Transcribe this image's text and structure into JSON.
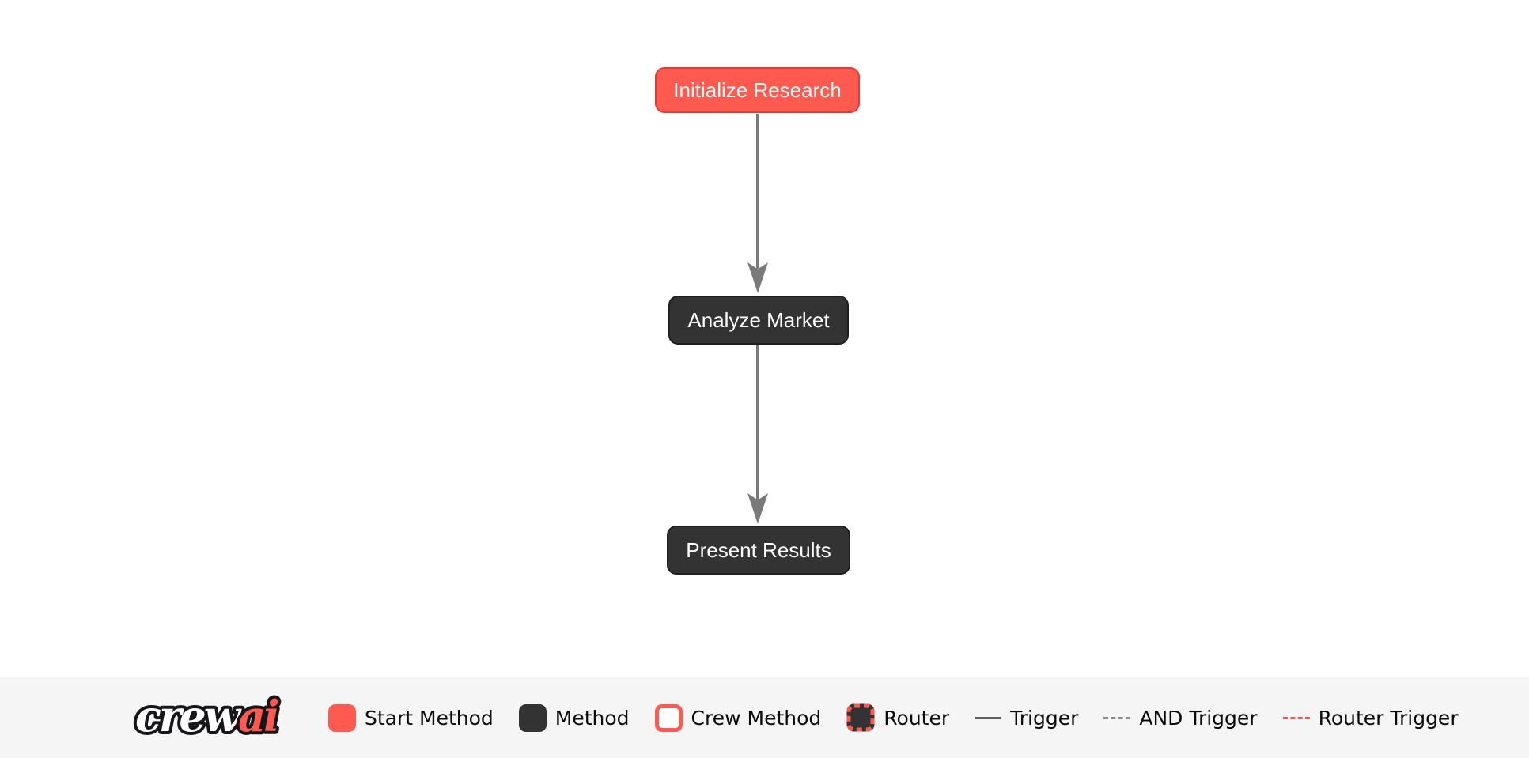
{
  "flow": {
    "nodes": [
      {
        "id": "initialize_research",
        "label": "Initialize Research",
        "type": "start-method"
      },
      {
        "id": "analyze_market",
        "label": "Analyze Market",
        "type": "method"
      },
      {
        "id": "present_results",
        "label": "Present Results",
        "type": "method"
      }
    ],
    "edges": [
      {
        "from": "initialize_research",
        "to": "analyze_market",
        "type": "trigger"
      },
      {
        "from": "analyze_market",
        "to": "present_results",
        "type": "trigger"
      }
    ]
  },
  "footer": {
    "logo": {
      "word_primary": "crew",
      "word_accent": "ai"
    },
    "legend": [
      {
        "label": "Start Method",
        "swatch": "start-method-swatch"
      },
      {
        "label": "Method",
        "swatch": "method-swatch"
      },
      {
        "label": "Crew Method",
        "swatch": "crew-method-swatch"
      },
      {
        "label": "Router",
        "swatch": "router-swatch"
      },
      {
        "label": "Trigger",
        "swatch": "trigger-line"
      },
      {
        "label": "AND Trigger",
        "swatch": "and-trigger-line"
      },
      {
        "label": "Router Trigger",
        "swatch": "router-trigger-line"
      }
    ]
  },
  "colors": {
    "start_method_fill": "#FF5A50",
    "start_method_border": "#E03E32",
    "method_fill": "#333333",
    "method_border": "#1F1F1F",
    "node_text": "#FFFFFF",
    "edge": "#7A7A7A",
    "footer_background": "#F5F5F6",
    "legend_text": "#0B0B0B",
    "trigger_line": "#5F5F5F",
    "and_trigger_line": "#8C8C8C",
    "router_trigger_line": "#F1584E",
    "logo_accent": "#FF5A50"
  }
}
